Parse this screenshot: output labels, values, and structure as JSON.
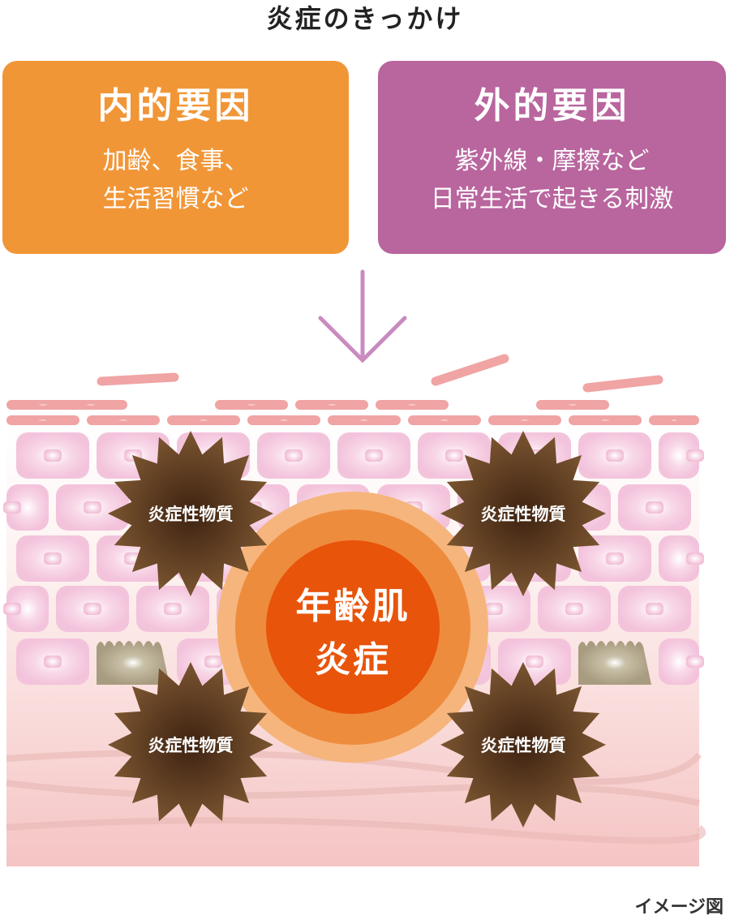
{
  "title": "炎症のきっかけ",
  "internal": {
    "heading": "内的要因",
    "line1": "加齢、食事、",
    "line2": "生活習慣など"
  },
  "external": {
    "heading": "外的要因",
    "line1": "紫外線・摩擦など",
    "line2": "日常生活で起きる刺激"
  },
  "center": {
    "line1": "年齢肌",
    "line2": "炎症"
  },
  "substance_label": "炎症性物質",
  "note": "イメージ図",
  "colors": {
    "internal": "#f19637",
    "external": "#b9659e",
    "arrow": "#c98bc0",
    "core": "#e8540a"
  }
}
